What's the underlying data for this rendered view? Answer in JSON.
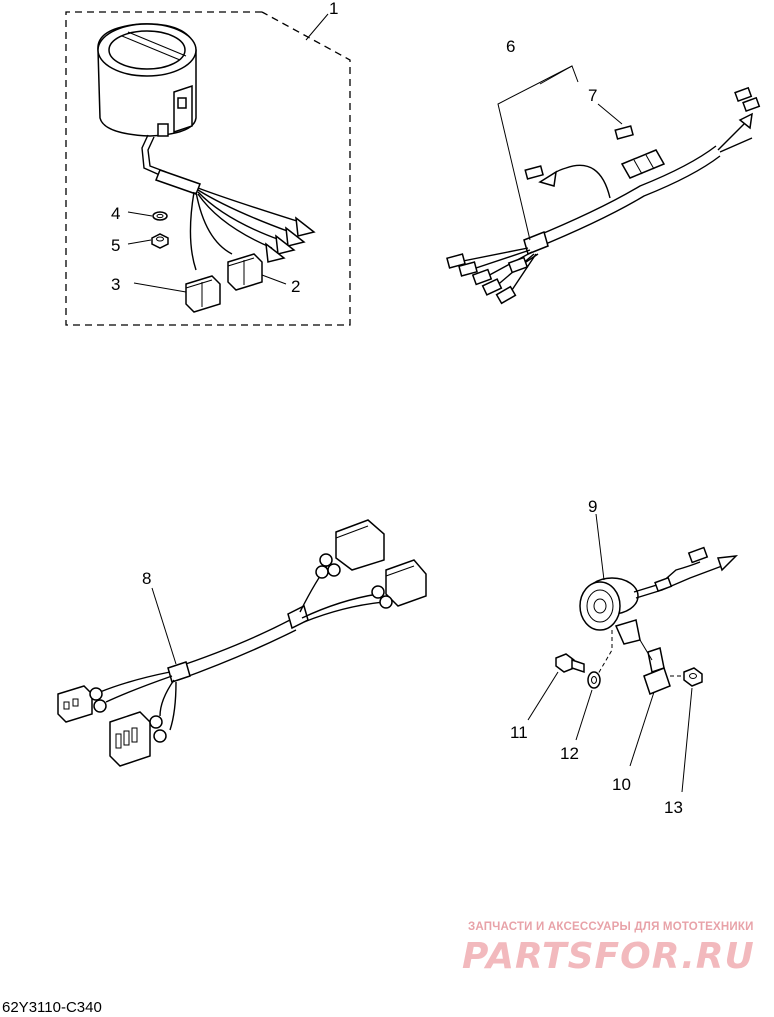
{
  "diagram": {
    "callouts": {
      "c1": "1",
      "c2": "2",
      "c3": "3",
      "c4": "4",
      "c5": "5",
      "c6": "6",
      "c7": "7",
      "c8": "8",
      "c9": "9",
      "c10": "10",
      "c11": "11",
      "c12": "12",
      "c13": "13"
    },
    "catalog_code": "62Y3110-C340"
  },
  "watermark": {
    "caption": "ЗАПЧАСТИ И АКСЕССУАРЫ ДЛЯ МОТОТЕХНИКИ",
    "logo": "PARTSFOR.RU"
  },
  "colors": {
    "line": "#000000",
    "background": "#ffffff",
    "watermark": "#f2b9bd"
  }
}
